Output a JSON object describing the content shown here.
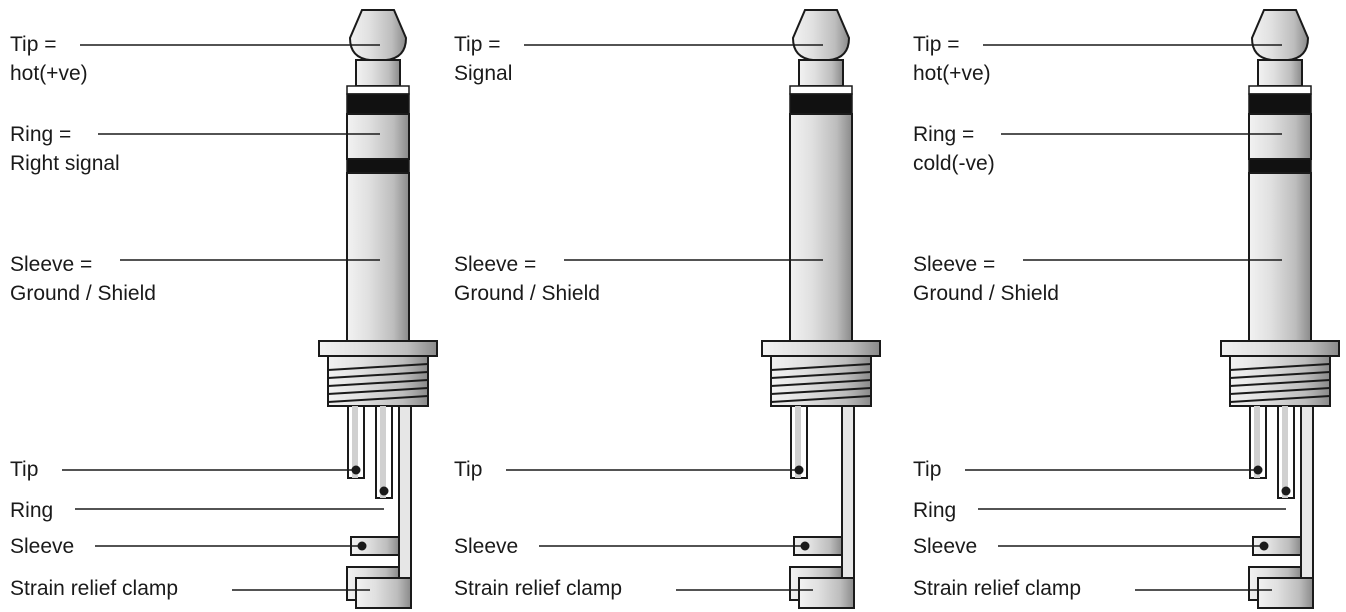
{
  "colors": {
    "outline": "#1a1a1a",
    "metal_light": "#f2f2f2",
    "metal_mid": "#bdbdbd",
    "metal_dark": "#8a8a8a",
    "insulator": "#111111"
  },
  "plugs": [
    {
      "type": "stereo",
      "tip": {
        "line1": "Tip =",
        "line2": "hot(+ve)"
      },
      "ring": {
        "line1": "Ring =",
        "line2": "Right signal"
      },
      "sleeve": {
        "line1": "Sleeve =",
        "line2": "Ground / Shield"
      },
      "solder_labels": {
        "tip": "Tip",
        "ring": "Ring",
        "sleeve": "Sleeve",
        "clamp": "Strain relief clamp"
      }
    },
    {
      "type": "mono",
      "tip": {
        "line1": "Tip =",
        "line2": "Signal"
      },
      "sleeve": {
        "line1": "Sleeve =",
        "line2": "Ground / Shield"
      },
      "solder_labels": {
        "tip": "Tip",
        "sleeve": "Sleeve",
        "clamp": "Strain relief clamp"
      }
    },
    {
      "type": "stereo",
      "tip": {
        "line1": "Tip =",
        "line2": "hot(+ve)"
      },
      "ring": {
        "line1": "Ring =",
        "line2": "cold(-ve)"
      },
      "sleeve": {
        "line1": "Sleeve =",
        "line2": "Ground / Shield"
      },
      "solder_labels": {
        "tip": "Tip",
        "ring": "Ring",
        "sleeve": "Sleeve",
        "clamp": "Strain relief clamp"
      }
    }
  ]
}
